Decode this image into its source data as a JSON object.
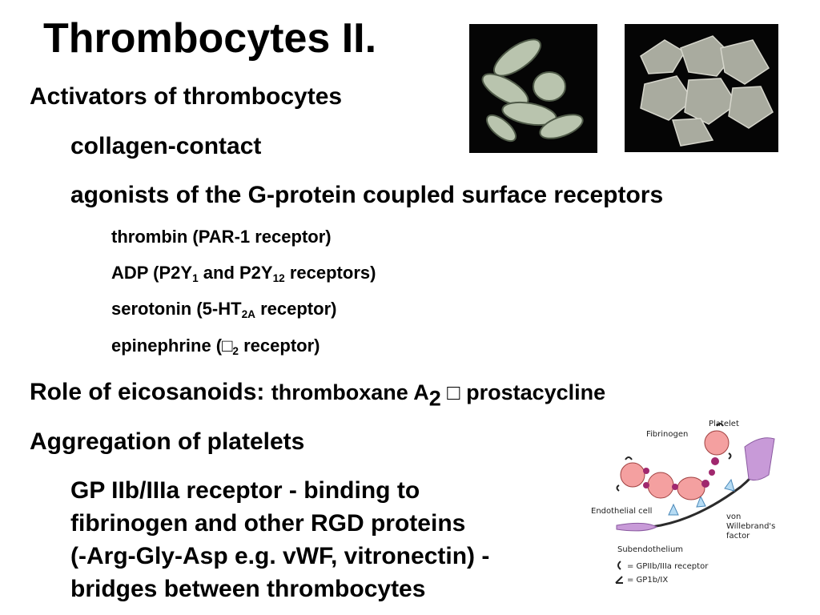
{
  "slide": {
    "title": "Thrombocytes II.",
    "activators_heading": "Activators of thrombocytes",
    "collagen": "collagen-contact",
    "agonists": "agonists of the G-protein coupled surface receptors",
    "thrombin": "thrombin (PAR-1 receptor)",
    "adp": {
      "a": "ADP (P2Y",
      "s1": "1",
      "b": " and P2Y",
      "s2": "12",
      "c": " receptors)"
    },
    "serotonin": {
      "a": "serotonin (5-HT",
      "s": "2A",
      "b": " receptor)"
    },
    "epinephrine": {
      "a": "epinephrine (",
      "glyph": "□",
      "s": "2",
      "b": " receptor)"
    },
    "eicosanoids": {
      "a": "Role of eicosanoids: ",
      "b": "thromboxane A",
      "s": "2",
      "glyph": " □ ",
      "c": "prostacycline"
    },
    "aggregation_heading": "Aggregation of platelets",
    "gp_lines": [
      "GP IIb/IIIa receptor - binding to",
      "fibrinogen and other RGD proteins",
      "(-Arg-Gly-Asp e.g. vWF, vitronectin) -",
      "bridges between thrombocytes"
    ]
  },
  "diagram": {
    "labels": {
      "platelet": "Platelet",
      "fibrinogen": "Fibrinogen",
      "endothelial": "Endothelial cell",
      "vwf1": "von",
      "vwf2": "Willebrand's",
      "vwf3": "factor",
      "subendothelium": "Subendothelium",
      "legend1": "= GPIIb/IIIa receptor",
      "legend2": "= GP1b/IX"
    },
    "colors": {
      "platelet": "#f4a0a0",
      "fibrinogen": "#a0286e",
      "vwf": "#b7dcf4",
      "endothelium": "#c89ad8",
      "wall": "#2b2b2b"
    }
  },
  "images": {
    "photo1": "platelet-micrograph-resting",
    "photo2": "platelet-micrograph-activated"
  }
}
